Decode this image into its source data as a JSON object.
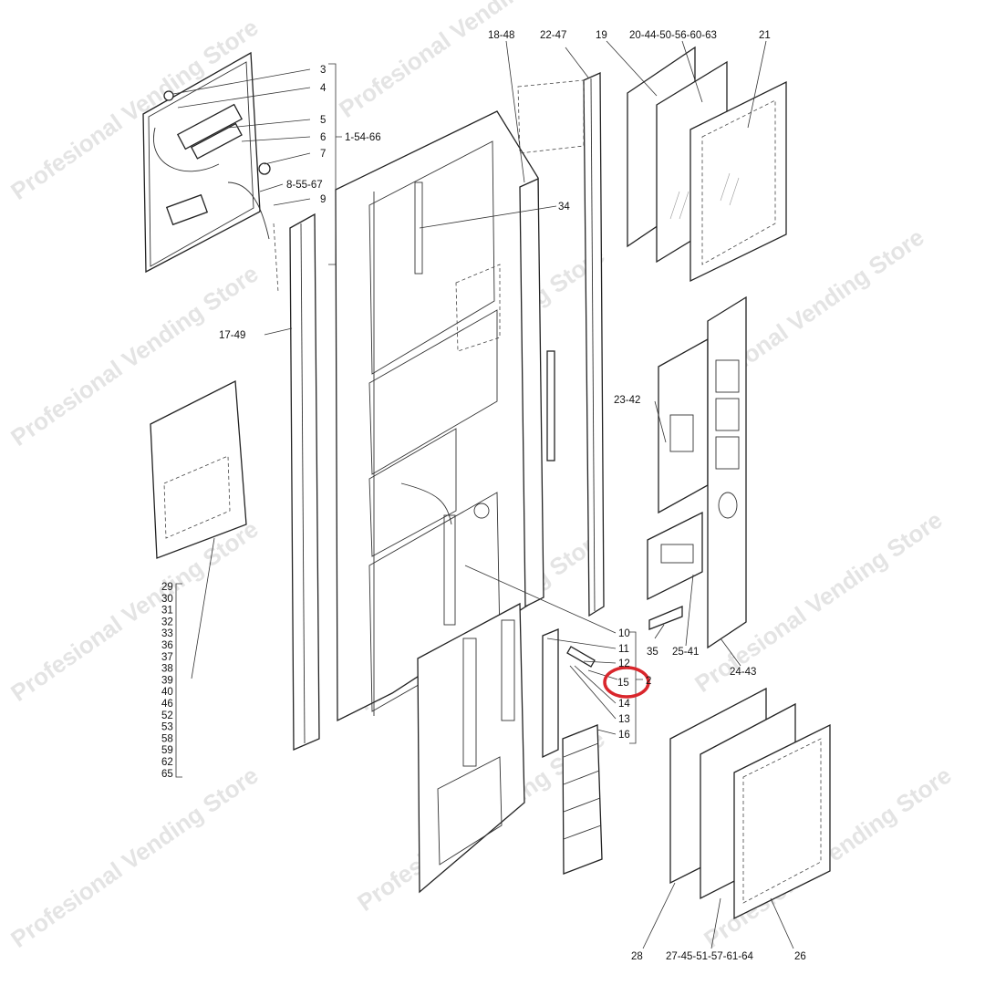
{
  "watermark": "Profesional Vending Store",
  "labels": {
    "l3": "3",
    "l4": "4",
    "l5": "5",
    "l6": "6",
    "l7": "7",
    "l8": "8-55-67",
    "l9": "9",
    "l1": "1-54-66",
    "l17": "17-49",
    "l18": "18-48",
    "l22": "22-47",
    "l19": "19",
    "l20": "20-44-50-56-60-63",
    "l21": "21",
    "l34": "34",
    "l23": "23-42",
    "l24": "24-43",
    "l25": "25-41",
    "l35": "35",
    "l10": "10",
    "l11": "11",
    "l12": "12",
    "l15": "15",
    "l2": "2",
    "l14": "14",
    "l13": "13",
    "l16": "16",
    "l28": "28",
    "l27": "27-45-51-57-61-64",
    "l26": "26"
  },
  "bag_list": [
    "29",
    "30",
    "31",
    "32",
    "33",
    "36",
    "37",
    "38",
    "39",
    "40",
    "46",
    "52",
    "53",
    "58",
    "59",
    "62",
    "65"
  ],
  "highlight": {
    "label": "15",
    "color": "#d9262c"
  }
}
